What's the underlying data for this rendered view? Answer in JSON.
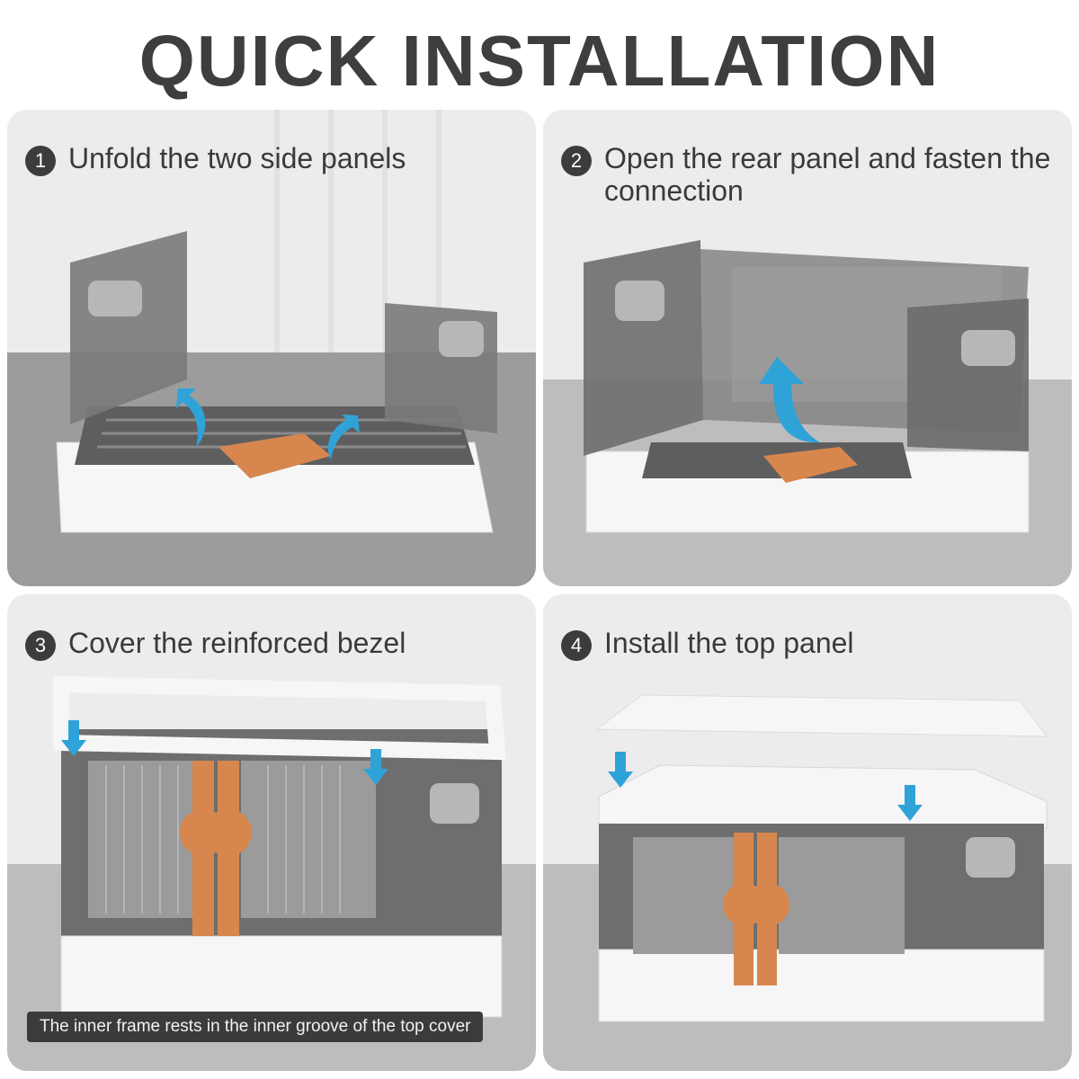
{
  "title": "QUICK INSTALLATION",
  "steps": [
    {
      "number": "1",
      "caption": "Unfold the two side panels"
    },
    {
      "number": "2",
      "caption": "Open the rear panel and fasten the connection"
    },
    {
      "number": "3",
      "caption": "Cover the reinforced bezel"
    },
    {
      "number": "4",
      "caption": "Install the top panel"
    }
  ],
  "note": "The inner frame rests in the inner groove of the top cover",
  "colors": {
    "title": "#3e3e3e",
    "badge": "#3c3c3c",
    "box_gray": "#6f6f6f",
    "box_white": "#f7f7f7",
    "latch_orange": "#d7874e",
    "arrow_blue": "#2fa3d8",
    "panel_bg": "#e6e6e6"
  },
  "icons": [
    "up-curved-arrow-icon",
    "down-arrow-icon"
  ]
}
